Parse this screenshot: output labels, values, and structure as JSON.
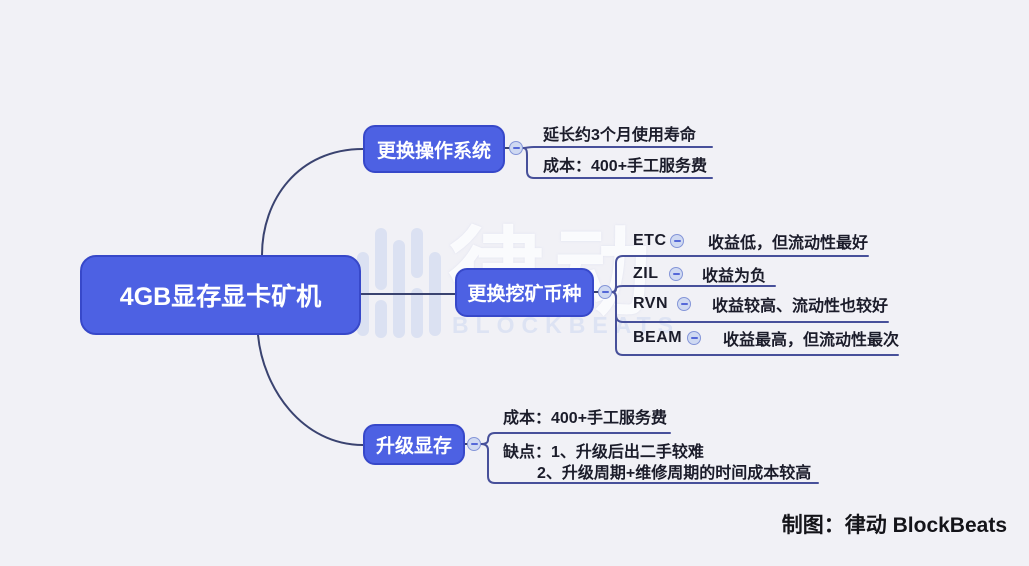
{
  "page": {
    "background": "#f1f1f6"
  },
  "colors": {
    "node_fill": "#4d61e3",
    "node_border": "#3748c9",
    "connector_line": "#3a4370",
    "underline": "#47509a",
    "toggle_fill": "#cfd9f2",
    "toggle_border": "#8495d8",
    "watermark": "#dbe1f2"
  },
  "icons": {
    "collapse": "minus-circle",
    "watermark_logo": "blockbeats-bars-logo"
  },
  "mindmap": {
    "root": {
      "label": "4GB显存显卡矿机"
    },
    "branch_os": {
      "label": "更换操作系统",
      "children": [
        {
          "label": "延长约3个月使用寿命"
        },
        {
          "label": "成本：400+手工服务费"
        }
      ]
    },
    "branch_coins": {
      "label": "更换挖矿币种",
      "children": [
        {
          "name": "ETC",
          "desc": "收益低，但流动性最好"
        },
        {
          "name": "ZIL",
          "desc": "收益为负"
        },
        {
          "name": "RVN",
          "desc": "收益较高、流动性也较好"
        },
        {
          "name": "BEAM",
          "desc": "收益最高，但流动性最次"
        }
      ]
    },
    "branch_upgrade": {
      "label": "升级显存",
      "children": [
        {
          "label": "成本：400+手工服务费"
        },
        {
          "label_line1": "缺点：1、升级后出二手较难",
          "label_line2": "2、升级周期+维修周期的时间成本较高"
        }
      ]
    }
  },
  "watermark": {
    "cn": "律动",
    "en": "BLOCKBEATS"
  },
  "attribution": "制图：律动 BlockBeats"
}
